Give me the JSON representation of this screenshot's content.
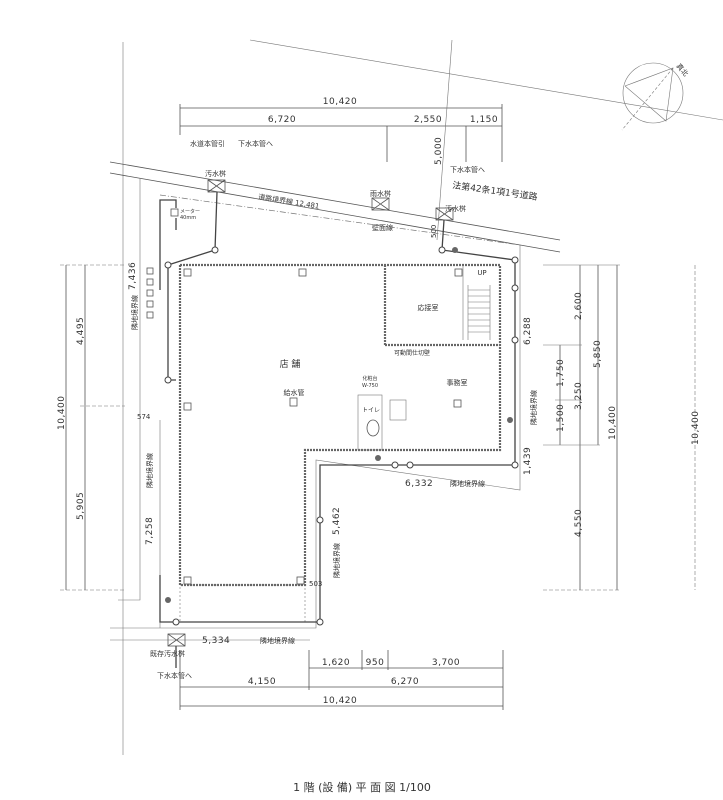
{
  "north_label": "真北",
  "top_dims": {
    "total": "10,420",
    "d1": "6,720",
    "d2": "2,550",
    "d3": "1,150",
    "setback": "5,000"
  },
  "road": {
    "water_main": "水道本管引",
    "sewer_to_1": "下水本管へ",
    "sewer_to_2": "下水本管へ",
    "sewage_basin_1": "汚水桝",
    "sewage_basin_2": "汚水桝",
    "rain_basin": "雨水桝",
    "road_boundary": "道路境界線 12,481",
    "road_type": "法第42条1項1号道路",
    "wall_line": "壁面線",
    "wall_offset": "500",
    "meter": "メーター",
    "meter_size": "40mm"
  },
  "rooms": {
    "shop": "店 舗",
    "reception": "応接室",
    "office": "事務室",
    "partition": "可動間仕切壁",
    "toilet": "トイレ",
    "vanity": "化粧台",
    "vanity_size": "W-750",
    "water_pipe": "給水管",
    "stairs_up": "UP"
  },
  "left_dims": {
    "total": "10,400",
    "upper": "4,495",
    "lower": "5,905",
    "b1": "7,436",
    "b2": "7,258",
    "offset": "574",
    "boundary1": "隣地境界線",
    "boundary2": "隣地境界線"
  },
  "right_dims": {
    "a": "2,600",
    "b": "1,750",
    "c": "3,250",
    "d": "1,500",
    "e": "5,850",
    "f": "10,400",
    "g": "4,550",
    "h": "10,400",
    "b_right": "6,288",
    "b_right2": "1,439",
    "boundary": "隣地境界線"
  },
  "mid_dims": {
    "b_step": "6,332",
    "boundary_step": "隣地境界線",
    "b_wing": "5,462",
    "boundary_wing": "隣地境界線",
    "gap": "503"
  },
  "bottom": {
    "b_bottom": "5,334",
    "boundary_bottom": "隣地境界線",
    "existing_basin": "既存汚水桝",
    "sewer_to": "下水本管へ",
    "d1": "1,620",
    "d2": "950",
    "d3": "3,700",
    "d4": "4,150",
    "d5": "6,270",
    "total": "10,420"
  },
  "title": "1 階 (設 備) 平 面 図 1/100"
}
